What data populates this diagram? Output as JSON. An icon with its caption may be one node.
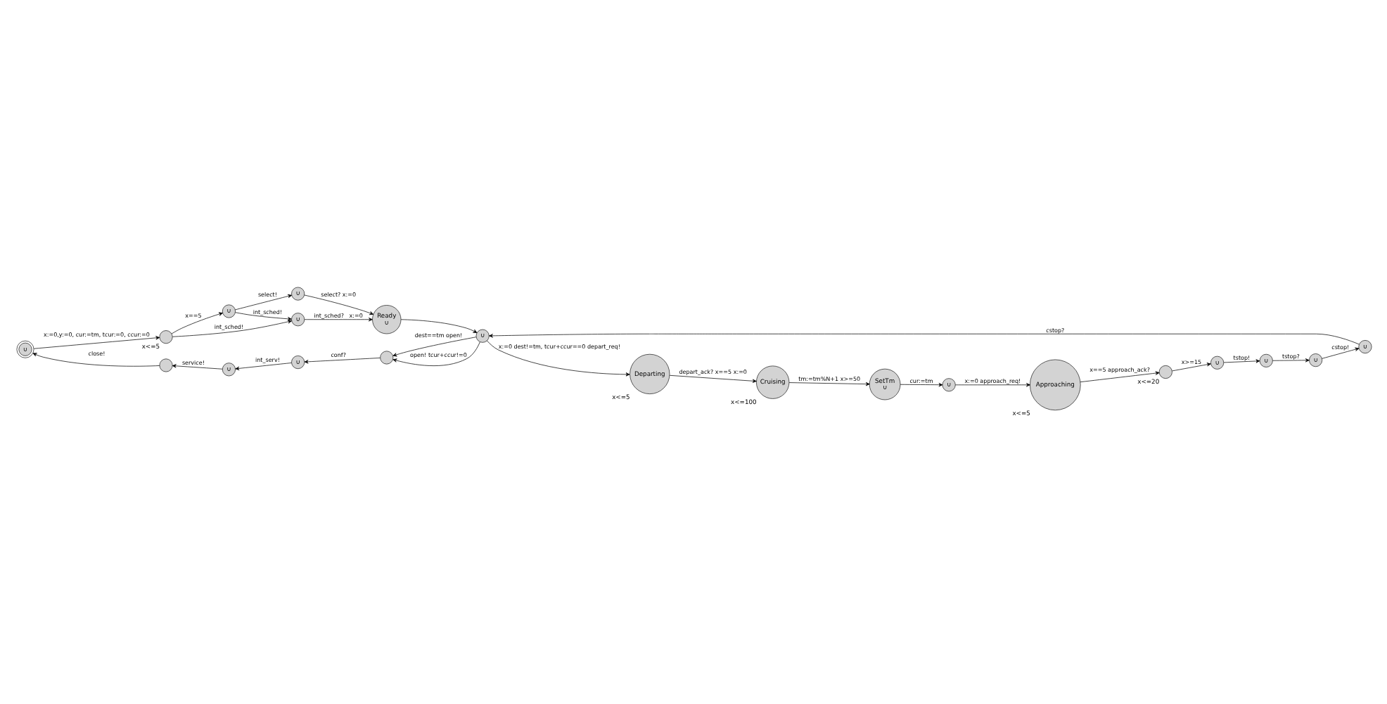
{
  "diagram": {
    "nodes": [
      {
        "text": [
          "∪"
        ]
      },
      {
        "text": [
          "∪"
        ]
      },
      {
        "text": [],
        "shape": "circle",
        "beside": [
          "x<=5"
        ]
      },
      {
        "text": [
          "∪"
        ]
      },
      {
        "text": [
          "Ready",
          "∪"
        ]
      },
      {
        "text": [
          "Departing"
        ],
        "beside": [
          "x<=5"
        ]
      },
      {
        "text": [
          "Cruising"
        ],
        "beside": [
          "x<=100"
        ]
      },
      {
        "text": [
          "SetTm",
          "∪"
        ]
      },
      {
        "text": [
          "∪"
        ]
      },
      {
        "text": [
          "Approaching"
        ],
        "beside": [
          "x<=5"
        ]
      },
      {
        "text": [],
        "shape": "circle",
        "beside": [
          "x<=20"
        ]
      },
      {
        "text": [
          "∪"
        ]
      },
      {
        "text": [
          "∪"
        ]
      },
      {
        "text": [
          "∪"
        ]
      },
      {
        "text": [
          "∪"
        ]
      },
      {
        "text": [
          "∪"
        ]
      },
      {
        "text": [
          "∪"
        ]
      },
      {
        "text": [],
        "shape": "circle"
      },
      {
        "text": [
          "∪"
        ]
      },
      {
        "text": [
          "∪"
        ]
      },
      {
        "text": [],
        "shape": "circle"
      }
    ],
    "edges": [
      {
        "from": 2,
        "to": 0,
        "arrow": "to",
        "label": "x==5"
      },
      {
        "from": 2,
        "to": 3,
        "arrow": "to",
        "label": "int_sched!"
      },
      {
        "from": 0,
        "to": 3,
        "arrow": "to",
        "label": "int_sched!"
      },
      {
        "from": 0,
        "to": 1,
        "arrow": "to",
        "label": "select!"
      },
      {
        "from": 1,
        "to": 4,
        "arrow": "to",
        "label": "select? x:=0"
      },
      {
        "from": 3,
        "to": 4,
        "arrow": "to",
        "label": "int_sched?   x:=0"
      },
      {
        "from": 4,
        "to": 15,
        "arrow": "to"
      },
      {
        "from": 15,
        "to": 5,
        "arrow": "to",
        "label": "x:=0 dest!=tm, tcur+ccur==0 depart_req!"
      },
      {
        "from": 5,
        "to": 6,
        "arrow": "to",
        "label": "depart_ack? x==5 x:=0"
      },
      {
        "from": 6,
        "to": 7,
        "arrow": "to",
        "label": "tm:=tm%N+1 x>=50"
      },
      {
        "from": 7,
        "to": 8,
        "arrow": "to",
        "label": "cur:=tm"
      },
      {
        "from": 8,
        "to": 9,
        "arrow": "to",
        "label": "x:=0 approach_req!"
      },
      {
        "from": 9,
        "to": 10,
        "arrow": "to",
        "label": "x==5 approach_ack?"
      },
      {
        "from": 10,
        "to": 11,
        "arrow": "to",
        "label": "x>=15"
      },
      {
        "from": 11,
        "to": 12,
        "arrow": "to",
        "label": "tstop!"
      },
      {
        "from": 12,
        "to": 13,
        "arrow": "to",
        "label": "tstop?"
      },
      {
        "from": 13,
        "to": 14,
        "arrow": "to",
        "label": "cstop!"
      },
      {
        "from": 14,
        "to": 15,
        "arrow": "to",
        "label": "cstop?"
      },
      {
        "from": 15,
        "to": 20,
        "arrow": "to",
        "label": "dest==tm open!"
      },
      {
        "from": 15,
        "to": 20,
        "arrow": "to",
        "label": "open! tcur+ccur!=0"
      },
      {
        "from": 20,
        "to": 19,
        "arrow": "to",
        "label": "conf?"
      },
      {
        "from": 19,
        "to": 18,
        "arrow": "to",
        "label": "int_serv!"
      },
      {
        "from": 18,
        "to": 17,
        "arrow": "to",
        "label": "service!"
      },
      {
        "from": 17,
        "to": 16,
        "arrow": "to",
        "label": "close!"
      },
      {
        "from": 16,
        "to": 2,
        "arrow": "to",
        "label": "x:=0,y:=0, cur:=tm, tcur:=0, ccur:=0"
      }
    ]
  }
}
